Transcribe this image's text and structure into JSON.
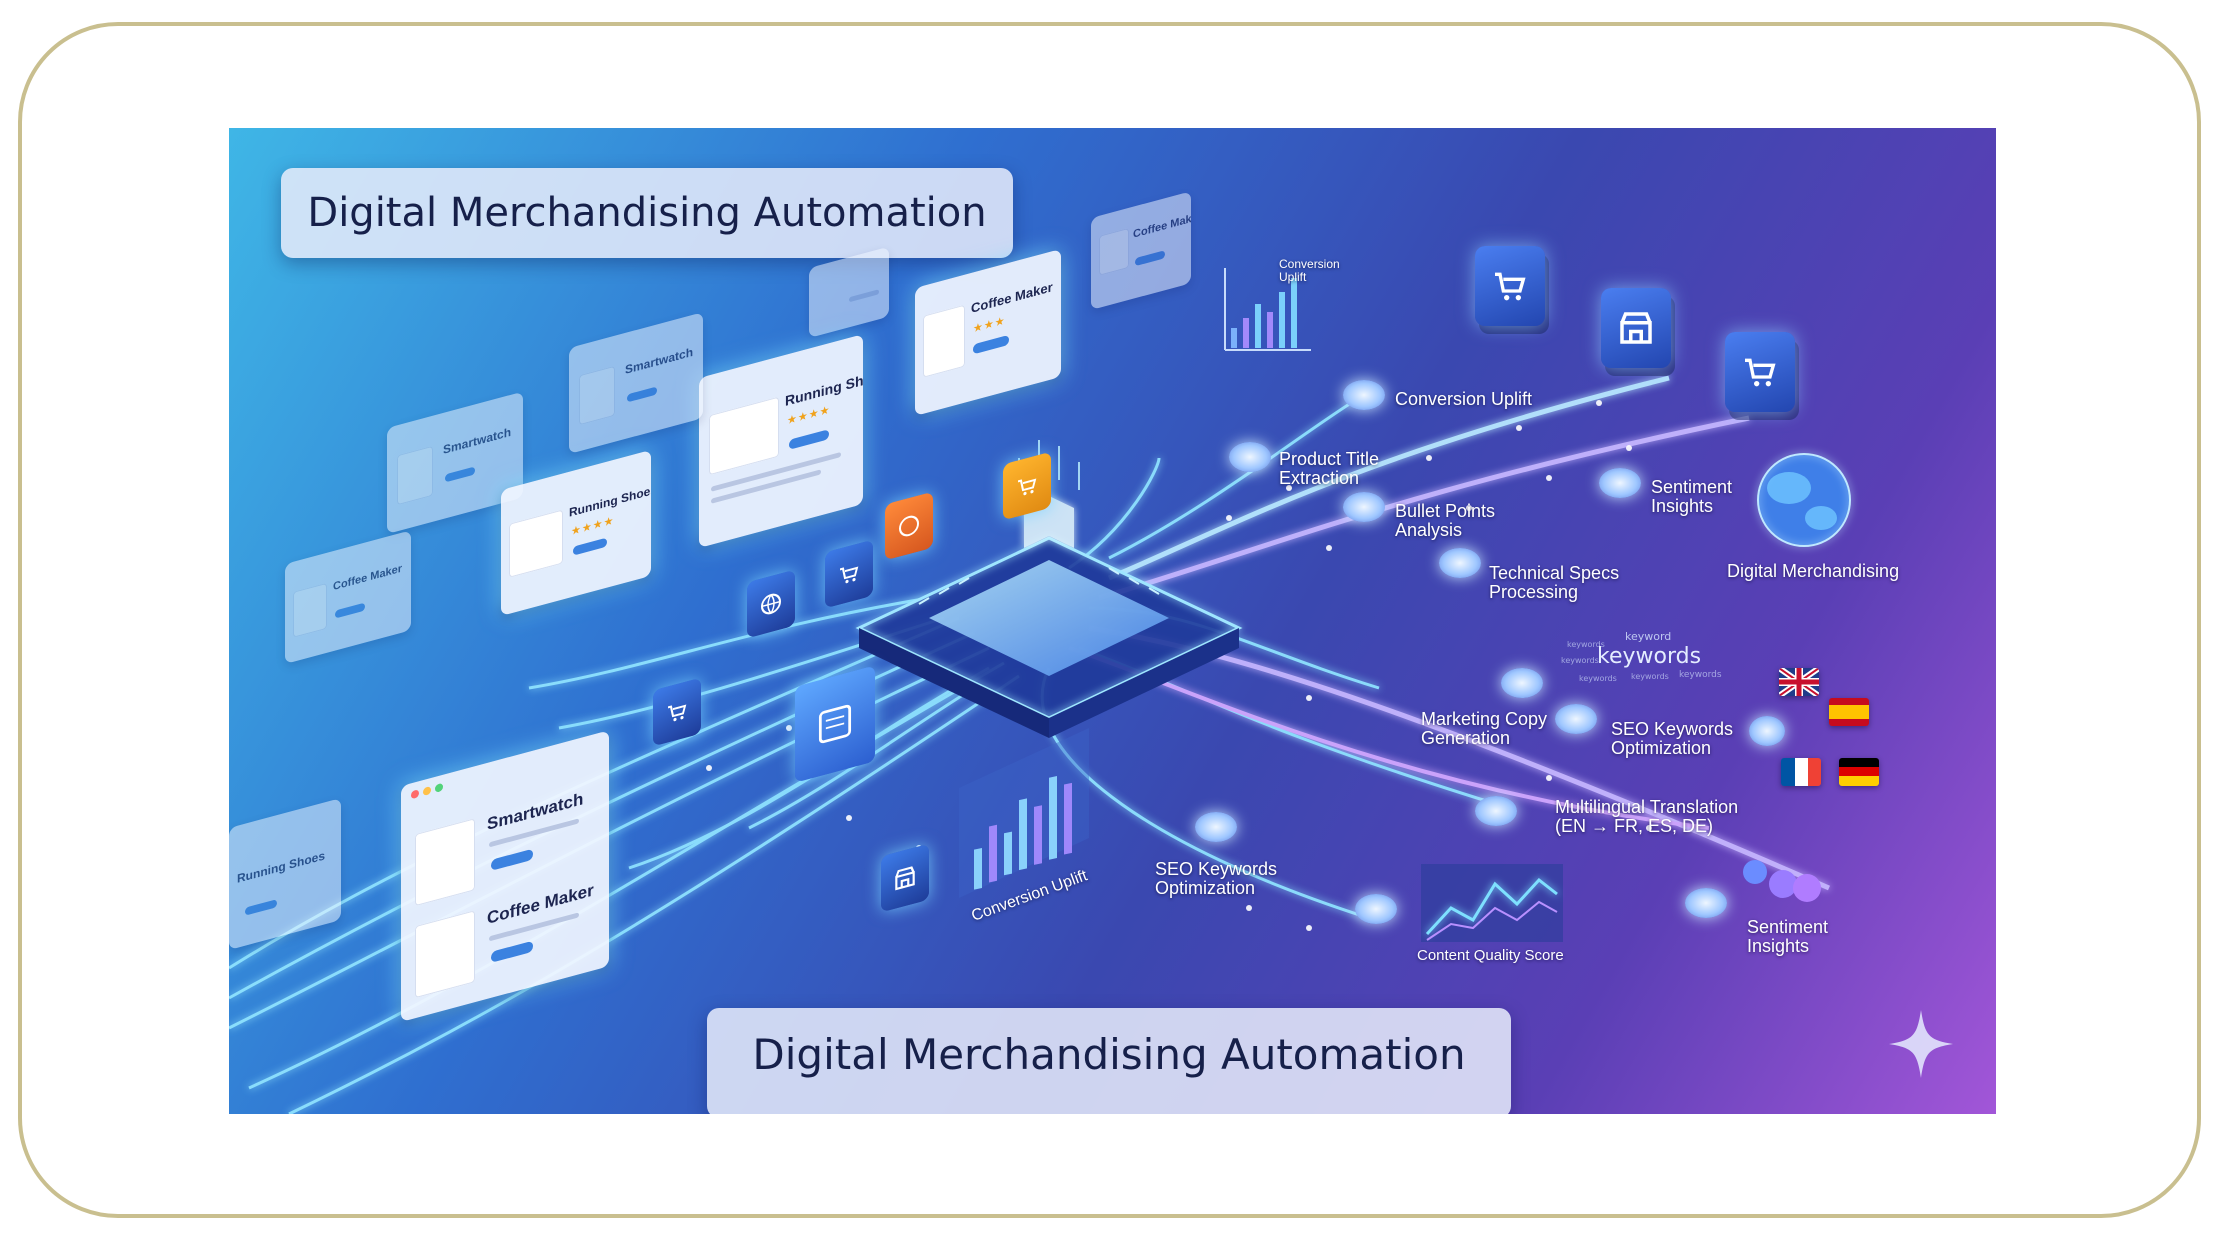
{
  "titles": {
    "top": "Digital Merchandising Automation",
    "bottom": "Digital Merchandising Automation"
  },
  "cards": {
    "running_shoes_large": {
      "title": "Running Shoes"
    },
    "coffee_maker_mid": {
      "title": "Coffee Maker"
    },
    "coffee_maker_far": {
      "title": "Coffee Maker"
    },
    "running_shoes_mid": {
      "title": "Running Shoes"
    },
    "smartwatch_back1": {
      "title": "Smartwatch"
    },
    "smartwatch_back2": {
      "title": "Smartwatch"
    },
    "coffee_maker_left": {
      "title": "Coffee Maker"
    },
    "running_shoes_edge": {
      "title": "Running Shoes"
    },
    "front_card": {
      "item1": "Smartwatch",
      "item2": "Coffee Maker"
    }
  },
  "labels": {
    "conversion_uplift_small": [
      "Conversion",
      "Uplift"
    ],
    "conversion_uplift": "Conversion Uplift",
    "product_title": [
      "Product Title",
      "Extraction"
    ],
    "bullet_points": [
      "Bullet Points",
      "Analysis"
    ],
    "sentiment_top": [
      "Sentiment",
      "Insights"
    ],
    "technical_specs": [
      "Technical Specs",
      "Processing"
    ],
    "digital_merchandising": "Digital Merchandising",
    "marketing_copy": [
      "Marketing Copy",
      "Generation"
    ],
    "seo_right": [
      "SEO Keywords",
      "Optimization"
    ],
    "multilingual": [
      "Multilingual Translation",
      "(EN → FR, ES, DE)"
    ],
    "seo_bottom": [
      "SEO Keywords",
      "Optimization"
    ],
    "content_quality": "Content Quality Score",
    "sentiment_bottom": [
      "Sentiment",
      "Insights"
    ],
    "conversion_uplift_chart": "Conversion Uplift"
  },
  "keyword_cloud": {
    "main": "keywords",
    "small": [
      "keyword",
      "keywords",
      "keywords",
      "keywords",
      "keywords",
      "keywords"
    ]
  },
  "colors": {
    "frame_border": "#c9bf8f",
    "circuit_glow": "#8fe3ff",
    "scene_start": "#3fb6e6",
    "scene_end": "#a256d8"
  },
  "icons": [
    "shopping-cart-icon",
    "storefront-icon",
    "globe-icon",
    "chip-icon",
    "bar-chart-icon",
    "sparkle-icon"
  ]
}
